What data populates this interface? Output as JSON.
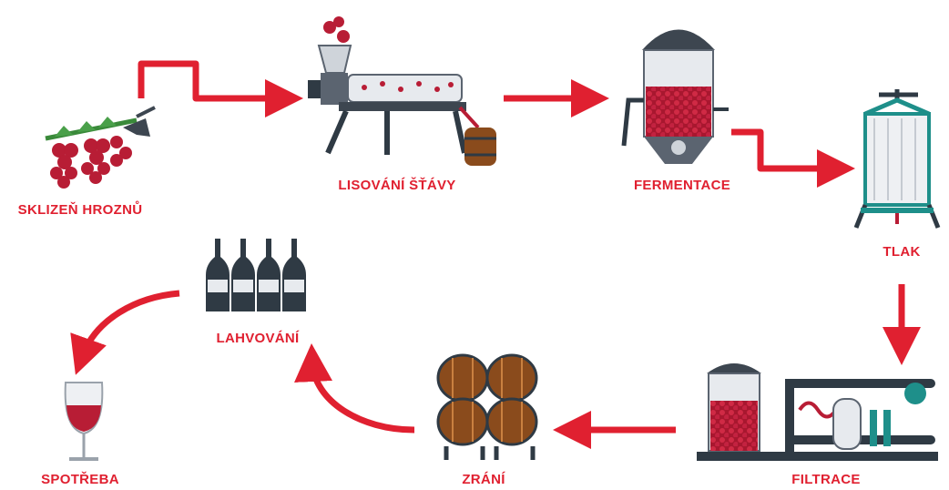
{
  "steps": [
    {
      "id": "harvest",
      "label": "SKLIZEŇ HROZNŮ",
      "icon": "grape-harvest-icon"
    },
    {
      "id": "press",
      "label": "LISOVÁNÍ ŠŤÁVY",
      "icon": "juice-press-icon"
    },
    {
      "id": "ferment",
      "label": "FERMENTACE",
      "icon": "fermentation-tank-icon"
    },
    {
      "id": "pressure",
      "label": "TLAK",
      "icon": "wine-press-icon"
    },
    {
      "id": "filter",
      "label": "FILTRACE",
      "icon": "filtration-machine-icon"
    },
    {
      "id": "aging",
      "label": "ZRÁNÍ",
      "icon": "barrels-icon"
    },
    {
      "id": "bottling",
      "label": "LAHVOVÁNÍ",
      "icon": "wine-bottles-icon"
    },
    {
      "id": "consumption",
      "label": "SPOTŘEBA",
      "icon": "wine-glass-icon"
    }
  ],
  "colors": {
    "accent": "#e02030",
    "wine": "#b81d35",
    "steel": "#5b6470",
    "dark": "#2f3a44",
    "wood": "#8a4b1c",
    "teal": "#1e8f8a"
  }
}
